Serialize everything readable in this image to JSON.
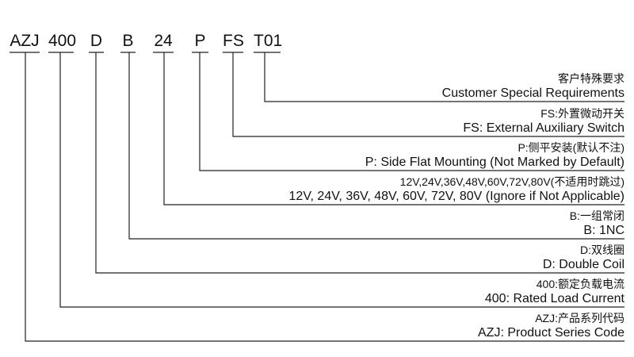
{
  "codes": {
    "c0": "AZJ",
    "c1": "400",
    "c2": "D",
    "c3": "B",
    "c4": "24",
    "c5": "P",
    "c6": "FS",
    "c7": "T01"
  },
  "descriptions": {
    "d7": {
      "zh": "客户特殊要求",
      "en": "Customer Special Requirements"
    },
    "d6": {
      "zh": "FS:外置微动开关",
      "en": "FS: External Auxiliary Switch"
    },
    "d5": {
      "zh": "P:侧平安装(默认不注)",
      "en": "P: Side Flat Mounting (Not Marked by Default)"
    },
    "d4": {
      "zh": "12V,24V,36V,48V,60V,72V,80V(不适用时跳过)",
      "en": "12V, 24V, 36V, 48V, 60V, 72V, 80V (Ignore if Not Applicable)"
    },
    "d3": {
      "zh": "B:一组常闭",
      "en": "B: 1NC"
    },
    "d2": {
      "zh": "D:双线圈",
      "en": "D: Double Coil"
    },
    "d1": {
      "zh": "400:额定负载电流",
      "en": "400: Rated Load Current"
    },
    "d0": {
      "zh": "AZJ:产品系列代码",
      "en": "AZJ: Product Series Code"
    }
  },
  "colors": {
    "line": "#222222",
    "text": "#111111"
  }
}
